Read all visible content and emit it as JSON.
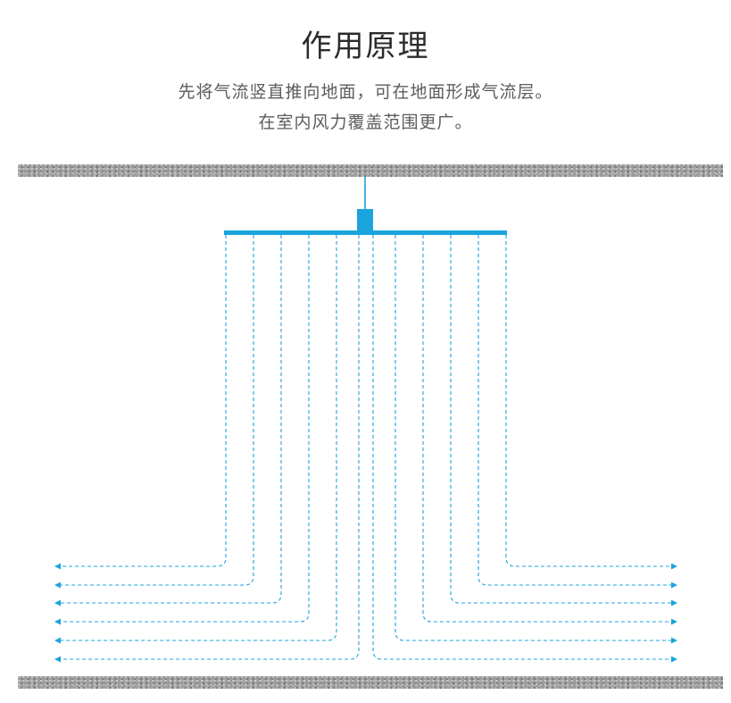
{
  "title": "作用原理",
  "description_line1": "先将气流竖直推向地面，可在地面形成气流层。",
  "description_line2": "在室内风力覆盖范围更广。",
  "colors": {
    "accent": "#1ba4dc",
    "text_dark": "#2b2b2b",
    "text_muted": "#5c5c5c",
    "concrete": "#9c9c9c"
  }
}
